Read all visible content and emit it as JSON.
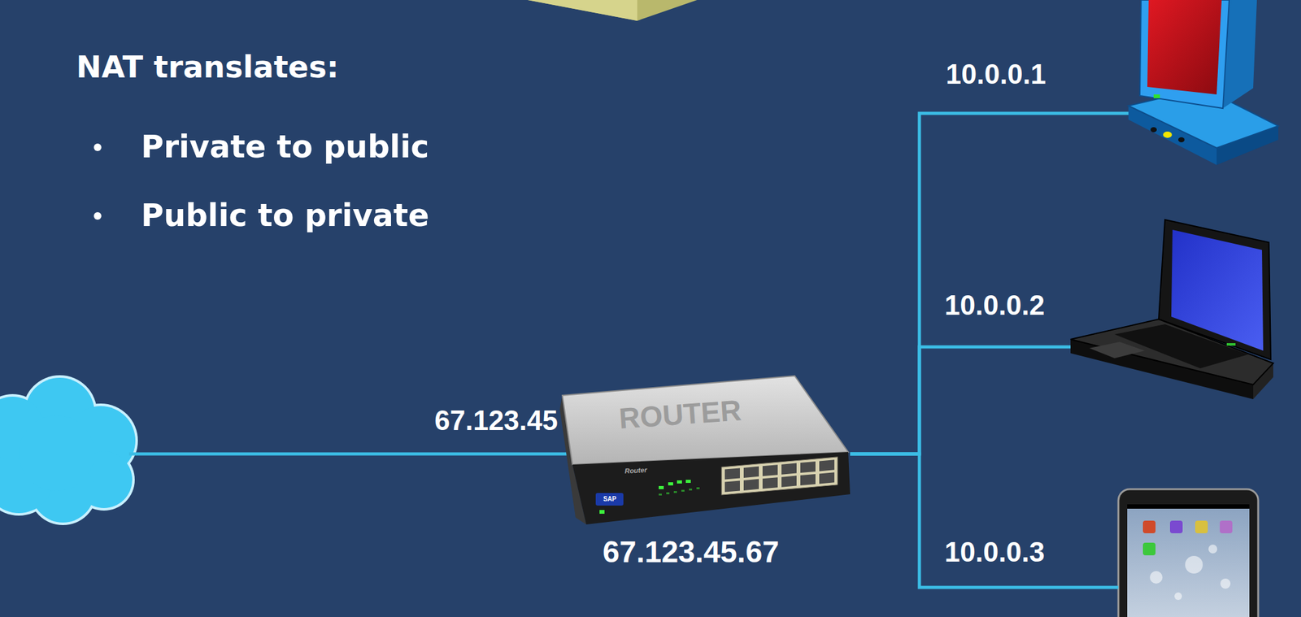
{
  "diagram": {
    "title": "NAT translates:",
    "nodes": [
      {
        "text": [
          "ROUTER",
          "67.123.45.67"
        ]
      },
      {
        "text": [
          "10.0.0.1"
        ]
      },
      {
        "text": [
          "10.0.0.2"
        ]
      },
      {
        "text": [
          "10.0.0.3"
        ]
      }
    ],
    "edges": [
      {
        "from": 0,
        "to": 1,
        "arrow": "none"
      },
      {
        "from": 0,
        "to": 2,
        "arrow": "none"
      },
      {
        "from": 0,
        "to": 3,
        "arrow": "none"
      }
    ],
    "labels": [
      "Private to public",
      "Public to private",
      "67.123.45",
      "Router",
      "SAP"
    ]
  }
}
